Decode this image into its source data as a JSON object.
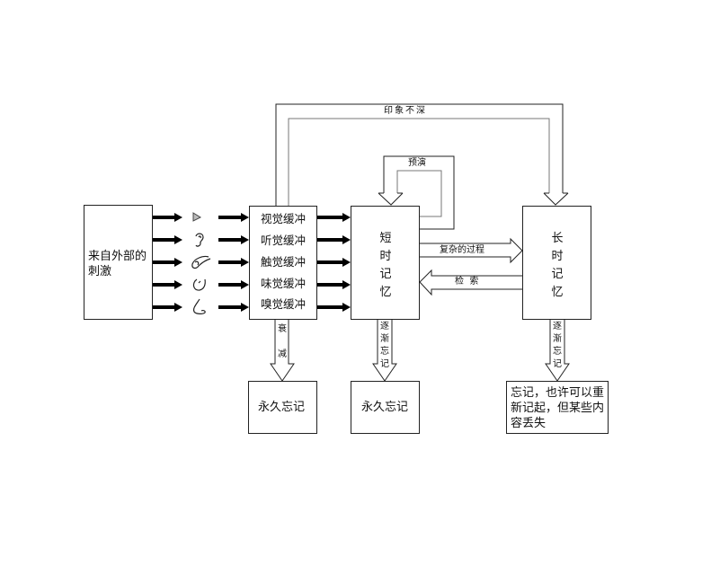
{
  "stimulus": {
    "label": "来自外部的刺激"
  },
  "senses": [
    {
      "icon": "eye-icon",
      "name": "eye"
    },
    {
      "icon": "ear-icon",
      "name": "ear"
    },
    {
      "icon": "finger-icon",
      "name": "touch"
    },
    {
      "icon": "mouth-icon",
      "name": "mouth"
    },
    {
      "icon": "nose-icon",
      "name": "nose"
    }
  ],
  "sensory_buffer": {
    "items": [
      "视觉缓冲",
      "听觉缓冲",
      "触觉缓冲",
      "味觉缓冲",
      "嗅觉缓冲"
    ]
  },
  "short_term_memory": {
    "label": "短\n时\n记\n忆"
  },
  "long_term_memory": {
    "label": "长\n时\n记\n忆"
  },
  "arrows": {
    "shallow_impression": "印象不深",
    "rehearsal": "预演",
    "complex_process": "复杂的过程",
    "retrieval": "检  索",
    "decay": "衰\n\n减",
    "gradual_forget_stm": "逐\n渐\n忘\n记",
    "gradual_forget_ltm": "逐\n渐\n忘\n记"
  },
  "outcomes": {
    "permanent_forget_1": "永久忘记",
    "permanent_forget_2": "永久忘记",
    "ltm_forget": "忘记，也许可以重新记起，但某些内容丢失"
  }
}
